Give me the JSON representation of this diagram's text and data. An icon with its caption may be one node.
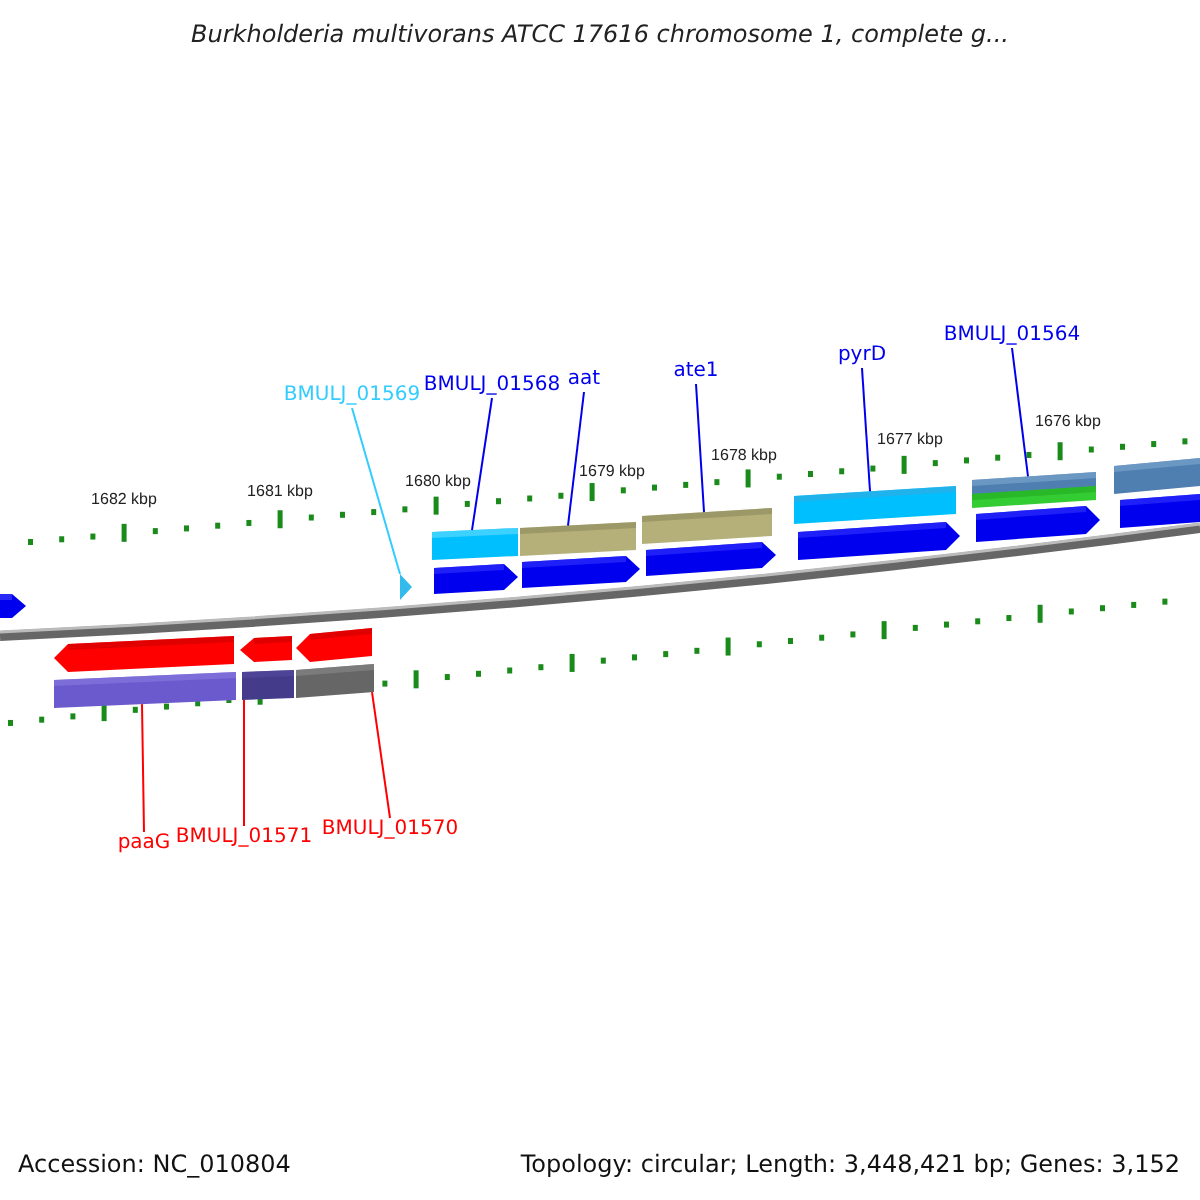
{
  "diagram": {
    "title": "Burkholderia multivorans ATCC 17616 chromosome 1, complete g...",
    "nodes": [
      {
        "text": [
          "BMULJ_01569"
        ]
      },
      {
        "text": [
          "BMULJ_01568"
        ]
      },
      {
        "text": [
          "aat"
        ]
      },
      {
        "text": [
          "ate1"
        ]
      },
      {
        "text": [
          "pyrD"
        ]
      },
      {
        "text": [
          "BMULJ_01564"
        ]
      },
      {
        "text": [
          "paaG"
        ]
      },
      {
        "text": [
          "BMULJ_01571"
        ]
      },
      {
        "text": [
          "BMULJ_01570"
        ]
      },
      {
        "text": [],
        "shape": "bar"
      },
      {
        "text": [],
        "shape": "bar"
      },
      {
        "text": [],
        "shape": "bar"
      },
      {
        "text": [],
        "shape": "triangle"
      },
      {
        "text": [],
        "shape": "bar"
      },
      {
        "text": [],
        "shape": "bar"
      },
      {
        "text": [],
        "shape": "bar"
      },
      {
        "text": [],
        "shape": "bar"
      },
      {
        "text": [],
        "shape": "bar"
      }
    ],
    "edges": [
      {
        "from": 0,
        "to": 12,
        "arrow": "none",
        "color": "#33ccff"
      },
      {
        "from": 1,
        "to": 13,
        "arrow": "none"
      },
      {
        "from": 2,
        "to": 14,
        "arrow": "none"
      },
      {
        "from": 3,
        "to": 15,
        "arrow": "none"
      },
      {
        "from": 4,
        "to": 16,
        "arrow": "none"
      },
      {
        "from": 5,
        "to": 17,
        "arrow": "none"
      },
      {
        "from": 6,
        "to": 9,
        "arrow": "none",
        "color": "#ff0000"
      },
      {
        "from": 7,
        "to": 10,
        "arrow": "none",
        "color": "#ff0000"
      },
      {
        "from": 8,
        "to": 11,
        "arrow": "none",
        "color": "#ff0000"
      }
    ],
    "labels": [
      "1682 kbp",
      "1681 kbp",
      "1680 kbp",
      "1679 kbp",
      "1678 kbp",
      "1677 kbp",
      "1676 kbp",
      "Accession: NC_010804",
      "Topology: circular; Length: 3,448,421 bp; Genes: 3,152"
    ]
  }
}
